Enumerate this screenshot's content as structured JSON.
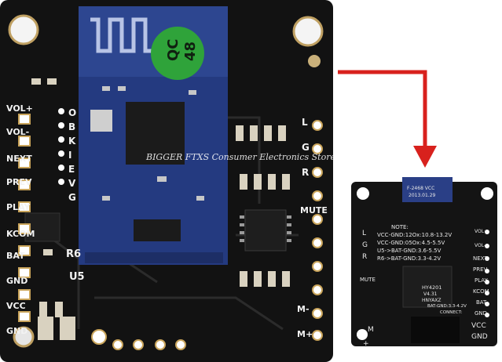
{
  "watermark": "BIGGER FTXS Consumer Electronics Store",
  "main_board": {
    "left_pins": [
      "VOL+",
      "VOL-",
      "NEXT",
      "PREV",
      "PLAY",
      "KCOM",
      "BAT",
      "GND",
      "VCC",
      "GND"
    ],
    "left_middle_labels": [
      "O",
      "B",
      "K",
      "I",
      "E",
      "V",
      "G"
    ],
    "right_pins": [
      "L",
      "G",
      "R",
      "MUTE",
      "M-",
      "M+"
    ],
    "sticker_lines": [
      "QC",
      "48"
    ],
    "marks": [
      "R6",
      "U5"
    ]
  },
  "small_board": {
    "module_text": [
      "F-2468 VCC",
      "2013.01.29"
    ],
    "note_title": "NOTE:",
    "note_lines": [
      "VCC-GND:12Ox:10.8-13.2V",
      "VCC-GND:05Ox:4.5-5.5V",
      "U5->BAT-GND:3.6-5.5V",
      "R6->BAT-GND:3.3-4.2V"
    ],
    "left_labels": [
      "L",
      "G",
      "R",
      "MUTE",
      "M",
      "+"
    ],
    "right_pins": [
      "VOL+",
      "VOL-",
      "NEXT",
      "PREV",
      "PLAY",
      "KCOM",
      "BAT",
      "GND",
      "VCC",
      "GND"
    ],
    "chip_text": [
      "HY4201",
      "V4.31",
      "HNYAXZ"
    ],
    "connect_line": "BAT-GND:3.3-4.2V",
    "connect_label": "CONNECT:"
  },
  "colors": {
    "board": "#141414",
    "module": "#2a3f86",
    "arrow": "#d8211d",
    "sticker": "#2fa33a"
  }
}
